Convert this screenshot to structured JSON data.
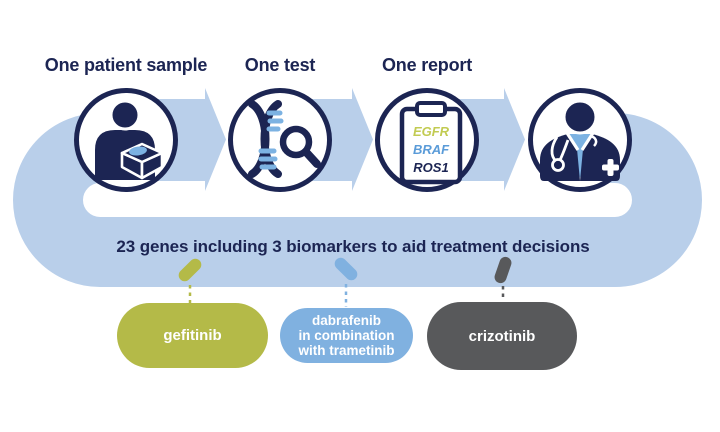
{
  "palette": {
    "navy": "#1c2553",
    "band_blue": "#b9cfea",
    "mid_blue": "#7cb2e2",
    "pill_blue": "#80b1e0",
    "olive": "#b4ba48",
    "olive_text": "#c2cb52",
    "gene_blue": "#5a9bd8",
    "gray": "#58595b"
  },
  "steps": [
    {
      "label": "One patient sample",
      "icon": "patient-sample-icon"
    },
    {
      "label": "One test",
      "icon": "dna-magnifier-icon"
    },
    {
      "label": "One report",
      "icon": "report-clipboard-icon"
    },
    {
      "icon": "doctor-icon"
    }
  ],
  "report_genes": [
    "EGFR",
    "BRAF",
    "ROS1"
  ],
  "banner": {
    "text": "23 genes including 3 biomarkers to aid treatment decisions"
  },
  "drugs": [
    {
      "label": "gefitinib",
      "color_name": "olive"
    },
    {
      "lines": [
        "dabrafenib",
        "in combination",
        "with trametinib"
      ],
      "color_name": "pill_blue"
    },
    {
      "label": "crizotinib",
      "color_name": "gray"
    }
  ]
}
